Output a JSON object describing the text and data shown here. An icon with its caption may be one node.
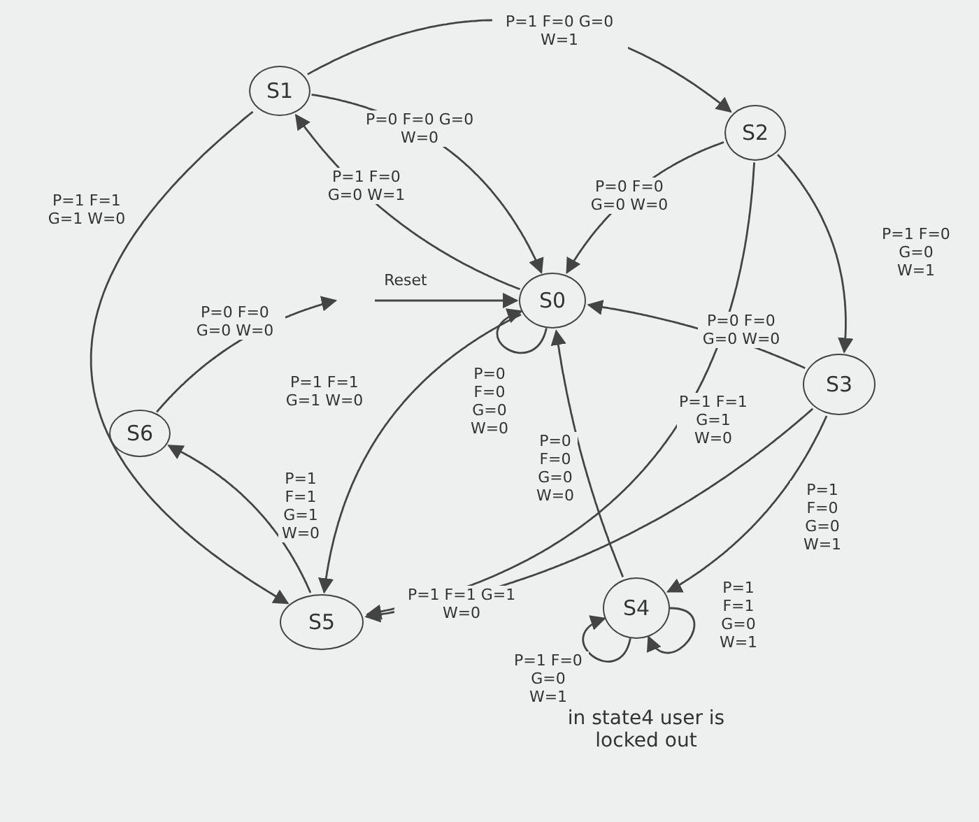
{
  "diagram": {
    "nodes": [
      {
        "text": [
          "S1"
        ]
      },
      {
        "text": [
          "S2"
        ]
      },
      {
        "text": [
          "S0"
        ]
      },
      {
        "text": [
          "S3"
        ]
      },
      {
        "text": [
          "S6"
        ]
      },
      {
        "text": [
          "S5"
        ]
      },
      {
        "text": [
          "S4"
        ]
      }
    ],
    "edges": [
      {
        "from": 0,
        "to": 1,
        "arrow": "to",
        "label": "P=1 F=0 G=0 W=1"
      },
      {
        "from": 0,
        "to": 2,
        "arrow": "to",
        "label": "P=0 F=0 G=0 W=0"
      },
      {
        "from": 2,
        "to": 0,
        "arrow": "to",
        "label": "P=1 F=0 G=0 W=1"
      },
      {
        "from": 1,
        "to": 2,
        "arrow": "to",
        "label": "P=0 F=0 G=0 W=0"
      },
      {
        "from": 1,
        "to": 3,
        "arrow": "to",
        "label": "P=1 F=0 G=0 W=1"
      },
      {
        "from": 0,
        "to": 5,
        "arrow": "to",
        "label": "P=1 F=1 G=1 W=0"
      },
      {
        "from": 2,
        "to": 2,
        "arrow": "to",
        "label": "P=0 F=0 G=0 W=0"
      },
      {
        "from": 3,
        "to": 2,
        "arrow": "to",
        "label": "P=0 F=0 G=0 W=0"
      },
      {
        "from": 2,
        "to": 5,
        "arrow": "to",
        "label": "P=1 F=1 G=1 W=0"
      },
      {
        "from": 4,
        "to": null,
        "arrow": "to",
        "label": "P=0 F=0 G=0 W=0"
      },
      {
        "from": null,
        "to": 2,
        "arrow": "to",
        "label": "Reset"
      },
      {
        "from": 3,
        "to": 6,
        "arrow": "to",
        "label": "P=1 F=0 G=0 W=1"
      },
      {
        "from": 3,
        "to": 5,
        "arrow": "to",
        "label": "P=1 F=1 G=1 W=0"
      },
      {
        "from": 1,
        "to": 5,
        "arrow": "to",
        "label": "P=1 F=1 G=1 W=0"
      },
      {
        "from": 6,
        "to": 2,
        "arrow": "to",
        "label": "P=0 F=0 G=0 W=0"
      },
      {
        "from": 5,
        "to": 4,
        "arrow": "to",
        "label": "P=1 F=1 G=1 W=0"
      },
      {
        "from": 6,
        "to": 6,
        "arrow": "to",
        "label": "P=1 F=0 G=0 W=1"
      },
      {
        "from": 6,
        "to": 6,
        "arrow": "to",
        "label": "P=1 F=1 G=0 W=1"
      }
    ],
    "labels": [
      "in state4 user is locked out"
    ]
  }
}
